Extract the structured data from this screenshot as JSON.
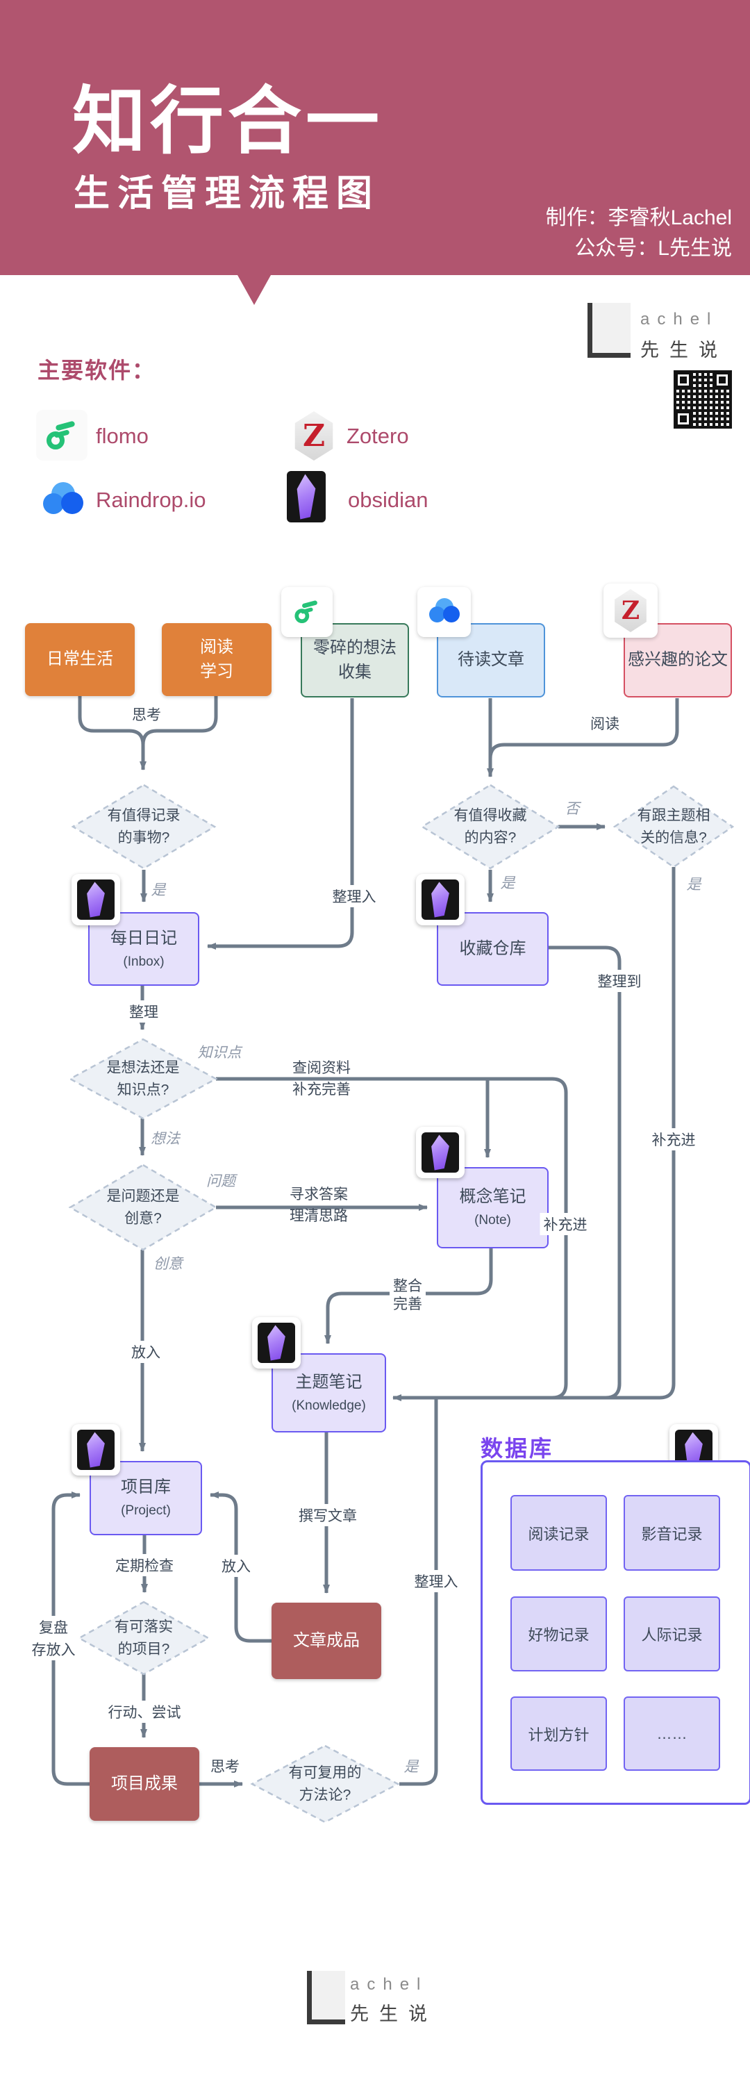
{
  "header": {
    "title": "知行合一",
    "subtitle": "生活管理流程图",
    "credit_line1": "制作：李睿秋Lachel",
    "credit_line2": "公众号：L先生说"
  },
  "brand": {
    "latin": "achel",
    "cn": "先生说"
  },
  "software": {
    "heading": "主要软件：",
    "items": [
      {
        "name": "flomo"
      },
      {
        "name": "Zotero"
      },
      {
        "name": "Raindrop.io"
      },
      {
        "name": "obsidian"
      }
    ]
  },
  "nodes": {
    "daily_life": {
      "label": "日常生活"
    },
    "reading_study": {
      "label": "阅读\n学习"
    },
    "idea_collection": {
      "label": "零碎的想法\n收集"
    },
    "to_read": {
      "label": "待读文章"
    },
    "papers": {
      "label": "感兴趣的论文"
    },
    "daily_note": {
      "label": "每日日记",
      "sub": "(Inbox)"
    },
    "collection_repo": {
      "label": "收藏仓库"
    },
    "concept_note": {
      "label": "概念笔记",
      "sub": "(Note)"
    },
    "topic_note": {
      "label": "主题笔记",
      "sub": "(Knowledge)"
    },
    "project_lib": {
      "label": "项目库",
      "sub": "(Project)"
    },
    "article_final": {
      "label": "文章成品"
    },
    "project_outcome": {
      "label": "项目成果"
    }
  },
  "decisions": {
    "record": {
      "label": "有值得记录\n的事物?"
    },
    "collect": {
      "label": "有值得收藏\n的内容?"
    },
    "topic_related": {
      "label": "有跟主题相\n关的信息?"
    },
    "idea_or_knowledge": {
      "label": "是想法还是\n知识点?"
    },
    "question_or_creative": {
      "label": "是问题还是\n创意?"
    },
    "actionable": {
      "label": "有可落实\n的项目?"
    },
    "reusable": {
      "label": "有可复用的\n方法论?"
    }
  },
  "edge_labels": {
    "think": "思考",
    "read": "阅读",
    "yes": "是",
    "no": "否",
    "organize_into": "整理入",
    "organize": "整理",
    "organize_to": "整理到",
    "knowledge_point": "知识点",
    "idea": "想法",
    "question": "问题",
    "creative": "创意",
    "consult_a": "查阅资料",
    "consult_b": "补充完善",
    "seek_a": "寻求答案",
    "seek_b": "理清思路",
    "supplement": "补充进",
    "integrate_a": "整合",
    "integrate_b": "完善",
    "put_in": "放入",
    "write_article": "撰写文章",
    "periodic_check": "定期检查",
    "review_a": "复盘",
    "review_b": "存放入",
    "act_try": "行动、尝试"
  },
  "database": {
    "label": "数据库",
    "items": [
      "阅读记录",
      "影音记录",
      "好物记录",
      "人际记录",
      "计划方针",
      "……"
    ]
  },
  "colors": {
    "header_bg": "#b1556f",
    "accent_maroon": "#ad4a6b",
    "orange": "#e0813a",
    "green_fill": "#dfe9e3",
    "green_border": "#37795a",
    "blue_fill": "#d9e8f8",
    "blue_border": "#4e93d9",
    "pink_fill": "#f8dee3",
    "pink_border": "#d55062",
    "purple_fill": "#e6e1fb",
    "purple_border": "#6a59f1",
    "db_item_fill": "#dcd8f9",
    "db_item_border": "#7264f2",
    "db_label": "#7a45ee",
    "dark_red": "#ae5d5d",
    "line": "#6e7b8a",
    "diamond_fill": "#edf1f6",
    "diamond_border": "#b8c4d4",
    "label_dark": "#3e4a59",
    "label_light": "#8f99a9"
  }
}
